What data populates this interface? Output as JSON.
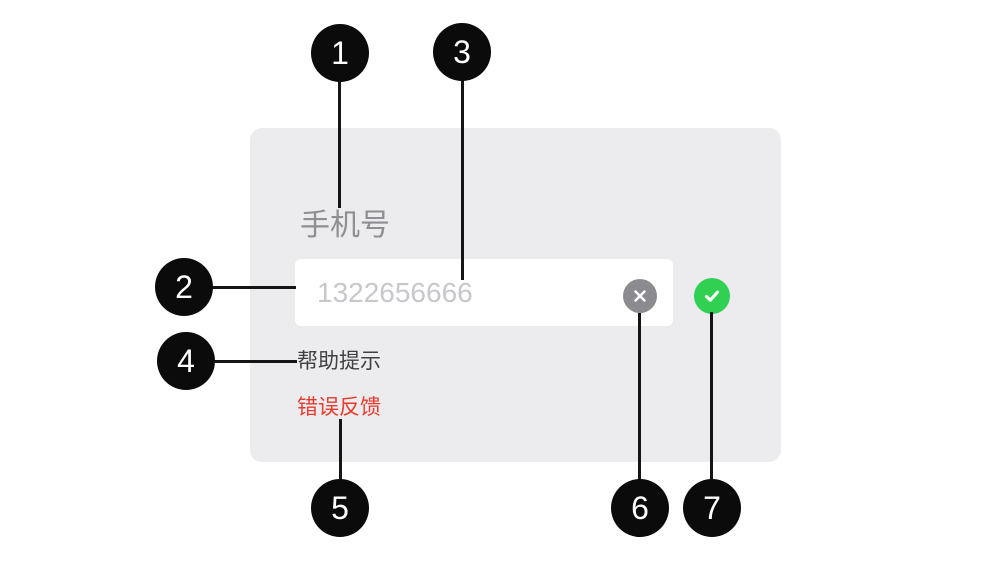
{
  "form": {
    "label": "手机号",
    "input": {
      "placeholder": "1322656666"
    },
    "help_text": "帮助提示",
    "error_text": "错误反馈"
  },
  "icons": {
    "clear": "clear-x-icon",
    "valid": "check-icon"
  },
  "callouts": [
    {
      "number": "1"
    },
    {
      "number": "2"
    },
    {
      "number": "3"
    },
    {
      "number": "4"
    },
    {
      "number": "5"
    },
    {
      "number": "6"
    },
    {
      "number": "7"
    }
  ],
  "colors": {
    "panel_bg": "#ececee",
    "label_gray": "#8e8e93",
    "placeholder_gray": "#c7c7cc",
    "help_gray": "#404043",
    "error_red": "#e83a2d",
    "clear_bg": "#8b8b90",
    "check_green": "#31d053",
    "callout_black": "#0b0b0b",
    "line_black": "#151515"
  }
}
